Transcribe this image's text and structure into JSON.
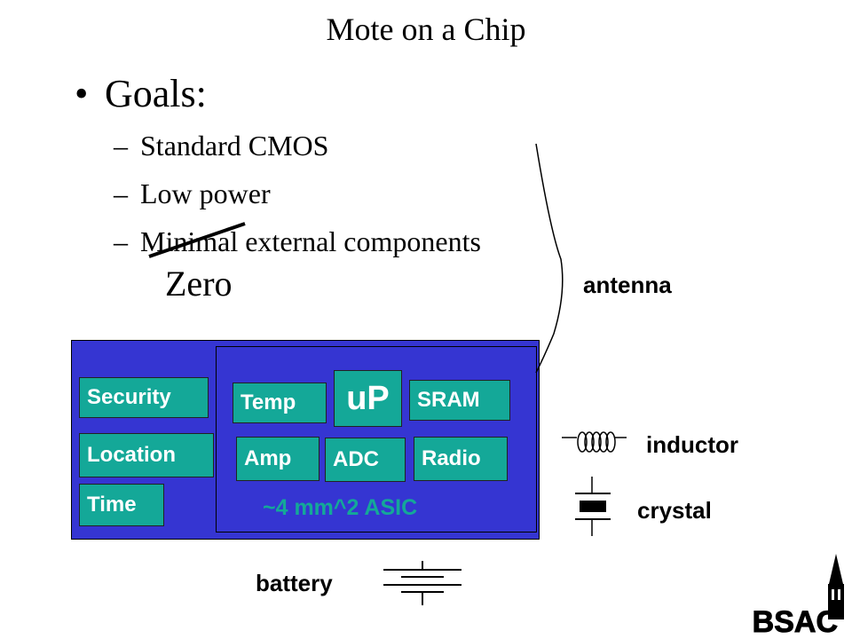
{
  "slide": {
    "title": "Mote on a Chip",
    "goals_heading": "Goals:",
    "goals": [
      "Standard CMOS",
      "Low power",
      "Minimal external components"
    ],
    "struck_replacement": "Zero"
  },
  "diagram": {
    "antenna_label": "antenna",
    "inductor_label": "inductor",
    "crystal_label": "crystal",
    "battery_label": "battery",
    "asic_label": "~4 mm^2 ASIC",
    "blocks": {
      "security": "Security",
      "location": "Location",
      "time": "Time",
      "temp": "Temp",
      "up": "uP",
      "sram": "SRAM",
      "amp": "Amp",
      "adc": "ADC",
      "radio": "Radio"
    }
  },
  "logo": {
    "text": "BSAC"
  },
  "colors": {
    "board": "#3535d2",
    "block": "#14a898",
    "block_text": "#ffffff",
    "text": "#000000"
  }
}
